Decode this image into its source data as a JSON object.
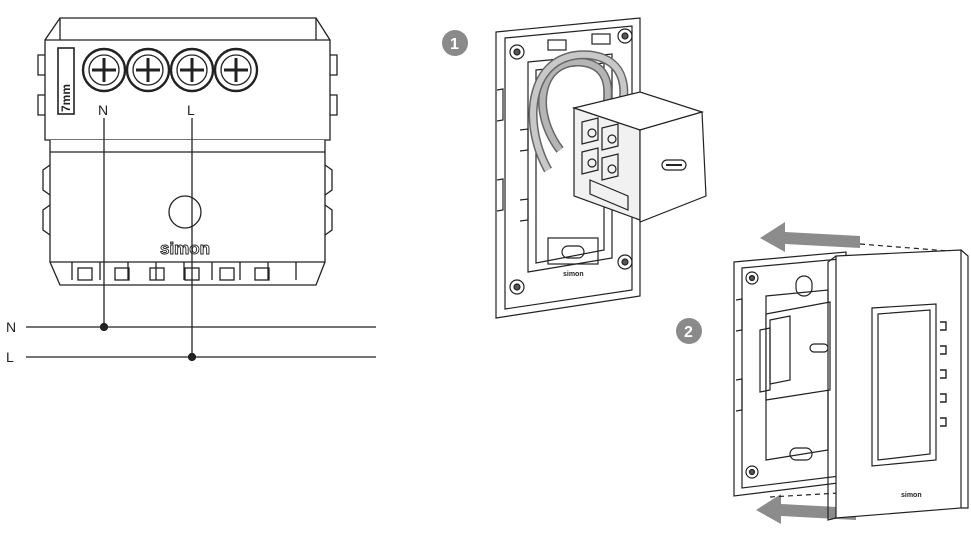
{
  "wiring_diagram": {
    "module_terminals": {
      "neutral_label": "N",
      "live_label": "L"
    },
    "strip_length_label": "7mm",
    "brand_mark": "simon",
    "lines": {
      "neutral_label": "N",
      "live_label": "L"
    }
  },
  "installation": {
    "steps": [
      {
        "number": "1"
      },
      {
        "number": "2"
      }
    ],
    "frame_brand": "simon",
    "cover_brand": "simon"
  },
  "colors": {
    "line": "#222222",
    "step_badge": "#8a8a8a",
    "arrow": "#8c8c8c",
    "wire": "#9a9a9a"
  }
}
